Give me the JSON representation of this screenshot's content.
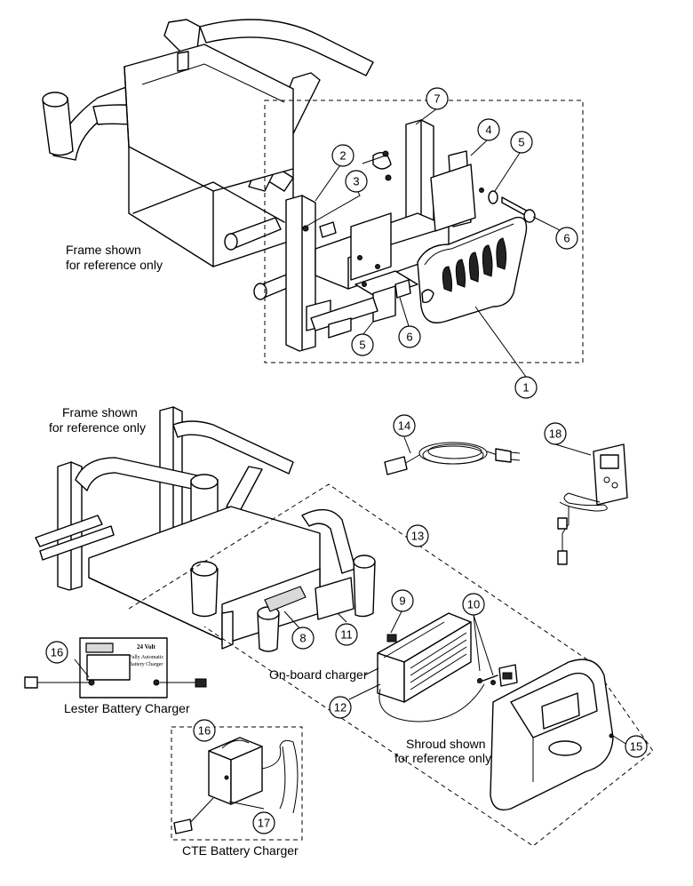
{
  "labels": {
    "frame_ref_top": [
      "Frame shown",
      "for reference only"
    ],
    "frame_ref_bottom": [
      "Frame shown",
      "for reference only"
    ],
    "onboard_charger": "On-board charger",
    "lester_charger": "Lester Battery Charger",
    "cte_charger": "CTE Battery Charger",
    "shroud_ref": [
      "Shroud shown",
      "for reference only"
    ]
  },
  "lester_label": {
    "volt": "24 Volt",
    "desc": [
      "Fully Automatic",
      "Battery Charger"
    ]
  },
  "callouts": [
    "1",
    "2",
    "3",
    "4",
    "5",
    "5",
    "6",
    "6",
    "7",
    "8",
    "9",
    "10",
    "11",
    "12",
    "13",
    "14",
    "15",
    "16",
    "16",
    "17",
    "18"
  ]
}
